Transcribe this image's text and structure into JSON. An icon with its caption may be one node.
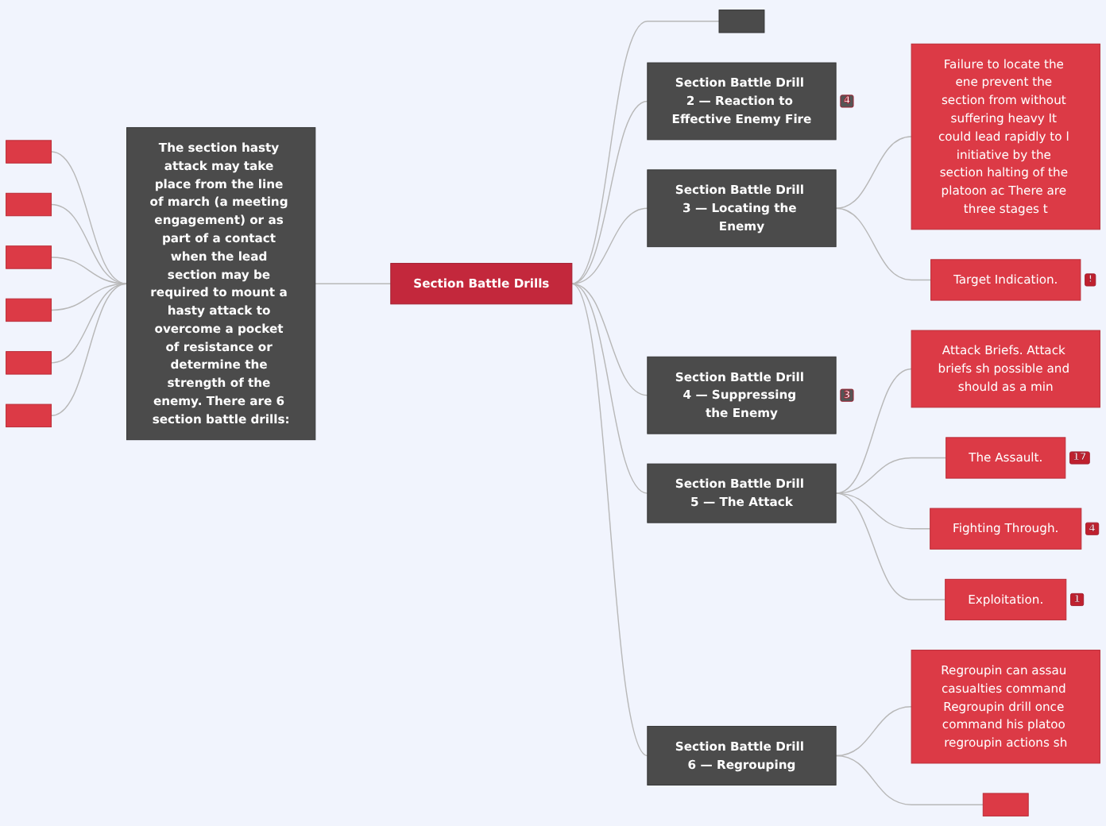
{
  "diagram": {
    "nodes": [
      {
        "text": [
          "Section Battle Drills"
        ]
      },
      {
        "text": [
          "The section hasty attack may take place from the line of march (a meeting engagement) or as part of a contact when the lead section may be required to mount a hasty attack to overcome a pocket of resistance or determine the strength of the enemy. There are 6 section battle drills:"
        ]
      },
      {
        "text": [],
        "shape": "box"
      },
      {
        "text": [],
        "shape": "box"
      },
      {
        "text": [],
        "shape": "box"
      },
      {
        "text": [],
        "shape": "box"
      },
      {
        "text": [],
        "shape": "box"
      },
      {
        "text": [],
        "shape": "box"
      },
      {
        "text": [],
        "shape": "box"
      },
      {
        "text": [
          "Section Battle Drill 2 — Reaction to Effective Enemy Fire"
        ],
        "beside": [
          "4"
        ]
      },
      {
        "text": [
          "Section Battle Drill 3 — Locating the Enemy"
        ]
      },
      {
        "text": [
          "Failure to locate the ene prevent the section from without suffering heavy It could lead rapidly to l initiative by the section halting of the platoon ac There are three stages t"
        ]
      },
      {
        "text": [
          "Target Indication."
        ],
        "beside": [
          "!"
        ]
      },
      {
        "text": [
          "Section Battle Drill 4 — Suppressing the Enemy"
        ],
        "beside": [
          "3"
        ]
      },
      {
        "text": [
          "Section Battle Drill 5 — The Attack"
        ]
      },
      {
        "text": [
          "Attack Briefs. Attack briefs sh possible and should as a min"
        ]
      },
      {
        "text": [
          "The Assault."
        ],
        "beside": [
          "17"
        ]
      },
      {
        "text": [
          "Fighting Through."
        ],
        "beside": [
          "4"
        ]
      },
      {
        "text": [
          "Exploitation."
        ],
        "beside": [
          "1"
        ]
      },
      {
        "text": [
          "Section Battle Drill 6 — Regrouping"
        ]
      },
      {
        "text": [
          "Regroupin can assau casualties command Regroupin drill once command his platoo regroupin actions sh"
        ]
      },
      {
        "text": [],
        "shape": "box"
      }
    ],
    "edges": [
      {
        "from": 0,
        "to": 1,
        "arrow": "none"
      },
      {
        "from": 1,
        "to": 2,
        "arrow": "none"
      },
      {
        "from": 1,
        "to": 3,
        "arrow": "none"
      },
      {
        "from": 1,
        "to": 4,
        "arrow": "none"
      },
      {
        "from": 1,
        "to": 5,
        "arrow": "none"
      },
      {
        "from": 1,
        "to": 6,
        "arrow": "none"
      },
      {
        "from": 1,
        "to": 7,
        "arrow": "none"
      },
      {
        "from": 0,
        "to": 8,
        "arrow": "none"
      },
      {
        "from": 0,
        "to": 9,
        "arrow": "none"
      },
      {
        "from": 0,
        "to": 10,
        "arrow": "none"
      },
      {
        "from": 10,
        "to": 11,
        "arrow": "none"
      },
      {
        "from": 10,
        "to": 12,
        "arrow": "none"
      },
      {
        "from": 0,
        "to": 13,
        "arrow": "none"
      },
      {
        "from": 0,
        "to": 14,
        "arrow": "none"
      },
      {
        "from": 14,
        "to": 15,
        "arrow": "none"
      },
      {
        "from": 14,
        "to": 16,
        "arrow": "none"
      },
      {
        "from": 14,
        "to": 17,
        "arrow": "none"
      },
      {
        "from": 14,
        "to": 18,
        "arrow": "none"
      },
      {
        "from": 0,
        "to": 19,
        "arrow": "none"
      },
      {
        "from": 19,
        "to": 20,
        "arrow": "none"
      },
      {
        "from": 19,
        "to": 21,
        "arrow": "none"
      }
    ]
  }
}
